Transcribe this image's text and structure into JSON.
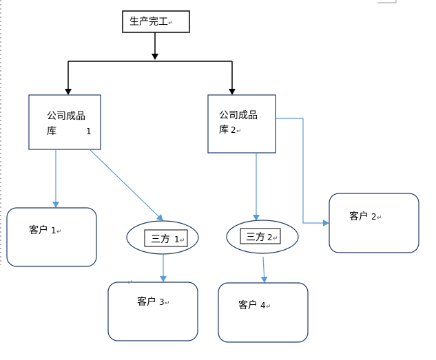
{
  "mark": "↵",
  "nodes": {
    "production": {
      "text": "生产完工"
    },
    "warehouse1": {
      "line1": "公司成品",
      "line2": "库",
      "num": "1"
    },
    "warehouse2": {
      "line1": "公司成品",
      "line2": "库",
      "num": "2"
    },
    "third_party1": {
      "text": "三方",
      "num": "1"
    },
    "third_party2": {
      "text": "三方",
      "num": "2"
    },
    "customer1": {
      "text": "客户",
      "num": "1"
    },
    "customer2": {
      "text": "客户",
      "num": "2"
    },
    "customer3": {
      "text": "客户",
      "num": "3"
    },
    "customer4": {
      "text": "客户",
      "num": "4"
    }
  },
  "edges": [
    {
      "from": "production",
      "to": "warehouse1",
      "color": "#000000"
    },
    {
      "from": "production",
      "to": "warehouse2",
      "color": "#000000"
    },
    {
      "from": "warehouse1",
      "to": "customer1",
      "color": "#5b9bd5"
    },
    {
      "from": "warehouse1",
      "to": "third_party1",
      "color": "#5b9bd5"
    },
    {
      "from": "warehouse2",
      "to": "third_party2",
      "color": "#5b9bd5"
    },
    {
      "from": "warehouse2",
      "to": "customer2",
      "color": "#5b9bd5"
    },
    {
      "from": "third_party1",
      "to": "customer3",
      "color": "#5b9bd5"
    },
    {
      "from": "third_party2",
      "to": "customer4",
      "color": "#5b9bd5"
    }
  ],
  "colors": {
    "box_border": "#1f3864",
    "connector_blue": "#5b9bd5",
    "connector_black": "#000000"
  }
}
